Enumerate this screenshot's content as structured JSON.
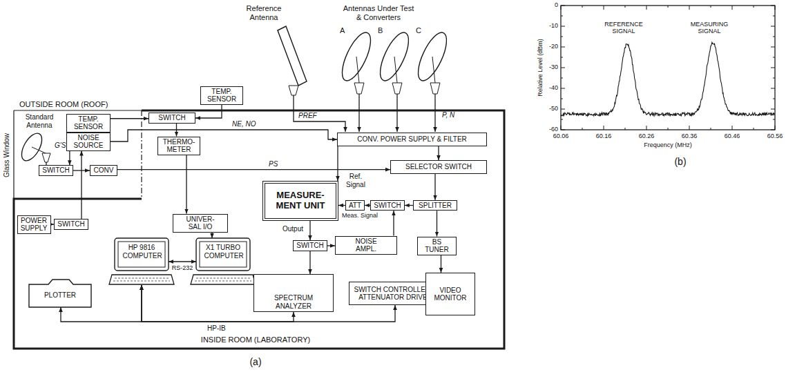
{
  "diagram": {
    "nodes": [
      {
        "text": [
          "TEMP. SENSOR"
        ]
      },
      {
        "text": [
          "TEMP. SENSOR"
        ]
      },
      {
        "text": [
          "SWITCH"
        ]
      },
      {
        "text": [
          "NOISE SOURCE"
        ]
      },
      {
        "text": [
          "THERMO- METER"
        ]
      },
      {
        "text": [
          "SWITCH"
        ]
      },
      {
        "text": [
          "CONV"
        ]
      },
      {
        "text": [
          "CONV. POWER SUPPLY & FILTER"
        ]
      },
      {
        "text": [
          "SELECTOR SWITCH"
        ]
      },
      {
        "text": [
          "MEASURE- MENT UNIT"
        ]
      },
      {
        "text": [
          "ATT"
        ]
      },
      {
        "text": [
          "SWITCH"
        ]
      },
      {
        "text": [
          "SPLITTER"
        ]
      },
      {
        "text": [
          "POWER SUPPLY"
        ]
      },
      {
        "text": [
          "SWITCH"
        ]
      },
      {
        "text": [
          "UNIVER- SAL I/O"
        ]
      },
      {
        "text": [
          "SWITCH"
        ]
      },
      {
        "text": [
          "NOISE AMPL."
        ]
      },
      {
        "text": [
          "BS TUNER"
        ]
      },
      {
        "text": [
          "HP 9816 COMPUTER"
        ]
      },
      {
        "text": [
          "X1 TURBO COMPUTER"
        ]
      },
      {
        "text": [
          "PLOTTER"
        ]
      },
      {
        "text": [
          "SPECTRUM ANALYZER"
        ]
      },
      {
        "text": [
          "SWITCH CONTROLLER & ATTENUATOR DRIVER"
        ]
      },
      {
        "text": [
          "VIDEO MONITOR"
        ]
      }
    ],
    "edges": [
      {
        "from": 0,
        "to": 2,
        "arrow": "to"
      },
      {
        "from": 1,
        "to": 2,
        "arrow": "to"
      },
      {
        "from": 2,
        "to": 4,
        "arrow": "to"
      },
      {
        "from": 4,
        "to": 15,
        "arrow": "to"
      },
      {
        "from": 3,
        "to": 5,
        "arrow": "to"
      },
      {
        "from": 5,
        "to": 6,
        "arrow": "to"
      },
      {
        "from": 6,
        "to": 8,
        "label": "PS",
        "arrow": "to"
      },
      {
        "from": 3,
        "to": 7,
        "label": "NE, NO",
        "arrow": "to"
      },
      {
        "from": 13,
        "to": 14,
        "arrow": "to"
      },
      {
        "from": 14,
        "to": 3,
        "arrow": "to"
      },
      {
        "from": 15,
        "to": 20,
        "arrow": "to"
      },
      {
        "from": 7,
        "to": 8,
        "arrow": "to"
      },
      {
        "from": 7,
        "to": 9,
        "label": "Ref. Signal",
        "arrow": "to"
      },
      {
        "from": 8,
        "to": 12,
        "arrow": "to"
      },
      {
        "from": 12,
        "to": 11,
        "arrow": "to"
      },
      {
        "from": 11,
        "to": 10,
        "arrow": "to"
      },
      {
        "from": 10,
        "to": 9,
        "label": "Meas. Signal",
        "arrow": "to"
      },
      {
        "from": 12,
        "to": 18,
        "arrow": "to"
      },
      {
        "from": 18,
        "to": 24,
        "arrow": "to"
      },
      {
        "from": 9,
        "to": 16,
        "label": "Output",
        "arrow": "to"
      },
      {
        "from": 16,
        "to": 17,
        "arrow": "to"
      },
      {
        "from": 17,
        "to": 11,
        "arrow": "to"
      },
      {
        "from": 16,
        "to": 22,
        "arrow": "to"
      },
      {
        "from": 19,
        "to": 20,
        "label": "RS-232",
        "arrow": "both"
      },
      {
        "from": 19,
        "to": 21,
        "arrow": "both"
      },
      {
        "from": 19,
        "to": 22,
        "arrow": "both"
      },
      {
        "from": 19,
        "to": 23,
        "arrow": "both"
      }
    ],
    "labels": [
      "Reference Antenna",
      "Antennas Under Test & Converters",
      "A",
      "B",
      "C",
      "OUTSIDE ROOM (ROOF)",
      "Glass Window",
      "Standard Antenna",
      "G'S",
      "PREF",
      "P, N",
      "HP-IB",
      "INSIDE ROOM (LABORATORY)",
      "(a)",
      "REFERENCE SIGNAL",
      "MEASURING SIGNAL",
      "Relative Level (dBm)",
      "0",
      "-10",
      "-20",
      "-30",
      "-40",
      "-50",
      "-60",
      "60.06",
      "60.16",
      "60.26",
      "60.36",
      "60.46",
      "60.56",
      "Frequency (MHz)",
      "(b)"
    ]
  }
}
